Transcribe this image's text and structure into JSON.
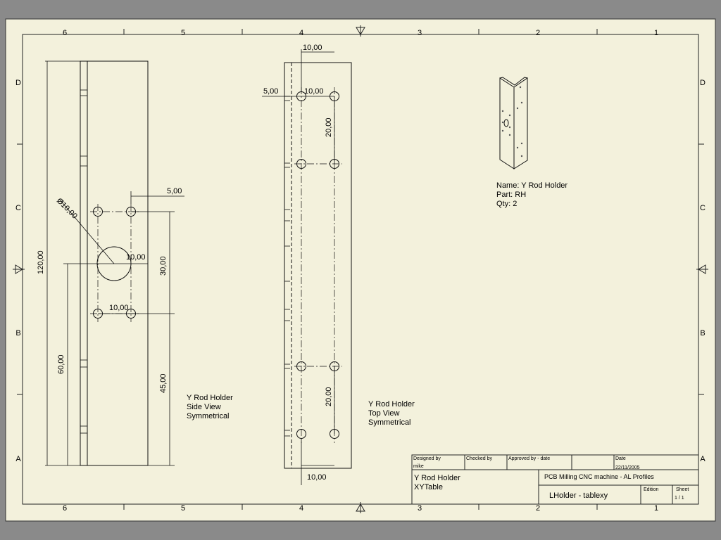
{
  "grid": {
    "columns": [
      "6",
      "5",
      "4",
      "3",
      "2",
      "1"
    ],
    "rows": [
      "D",
      "C",
      "B",
      "A"
    ]
  },
  "side_view": {
    "dims": {
      "top_offset": "5,00",
      "hole_dia": "Ø10,00",
      "center_w": "10,00",
      "hole_spacing_v": "30,00",
      "hole_spacing_h": "10,00",
      "height": "120,00",
      "center_h": "60,00",
      "bottom_h": "45,00"
    },
    "caption": [
      "Y Rod Holder",
      "Side View",
      "Symmetrical"
    ]
  },
  "top_view": {
    "dims": {
      "top_w": "10,00",
      "left_off": "5,00",
      "hole_spacing_h": "10,00",
      "upper_v": "20,00",
      "lower_v": "20,00",
      "bottom_w": "10,00"
    },
    "caption": [
      "Y Rod Holder",
      "Top View",
      "Symmetrical"
    ]
  },
  "part_info": [
    "Name: Y Rod Holder",
    "Part: RH",
    "Qty: 2"
  ],
  "title_block": {
    "designed_by_label": "Designed by",
    "designed_by": "mike",
    "checked_by_label": "Checked by",
    "approved_label": "Approved by - date",
    "date_label": "Date",
    "date": "22/11/2005",
    "project": "PCB Milling CNC machine - AL Profiles",
    "title": "Y Rod Holder",
    "subtitle": "XYTable",
    "drawing": "LHolder - tablexy",
    "edition_label": "Edition",
    "sheet_label": "Sheet",
    "sheet": "1 / 1"
  }
}
